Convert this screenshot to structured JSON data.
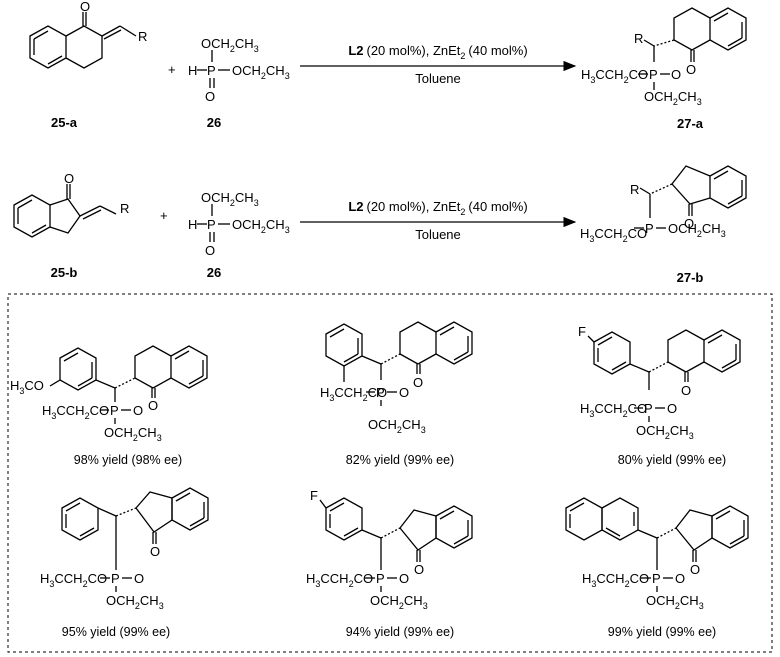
{
  "reaction_1": {
    "reactant_label": "25-a",
    "reagent_label": "26",
    "product_label": "27-a",
    "conditions": {
      "ligand": "L2",
      "ligand_amount": "(20 mol%), ZnEt",
      "zn_sub": "2",
      "zn_amount": "(40 mol%)",
      "solvent": "Toluene"
    }
  },
  "reaction_2": {
    "reactant_label": "25-b",
    "reagent_label": "26",
    "product_label": "27-b",
    "conditions": {
      "ligand": "L2",
      "ligand_amount": "(20 mol%), ZnEt",
      "zn_sub": "2",
      "zn_amount": "(40 mol%)",
      "solvent": "Toluene"
    }
  },
  "atoms": {
    "R": "R",
    "O": "O",
    "P": "P",
    "H": "H",
    "plus": "+",
    "OEt_a": "OCH",
    "OEt_b": "CH",
    "sub2": "2",
    "sub3": "3",
    "H3C": "H",
    "CO": "CO",
    "H3CH2C": "H",
    "CH2CO": "CH",
    "OCH2": "OCH",
    "EtO_lead": "C",
    "H3CO": "H",
    "CO_m": "CO",
    "F": "F"
  },
  "examples": [
    {
      "caption": "98% yield (98% ee)"
    },
    {
      "caption": "82% yield (99% ee)"
    },
    {
      "caption": "80% yield (99% ee)"
    },
    {
      "caption": "95% yield (99% ee)"
    },
    {
      "caption": "94% yield (99% ee)"
    },
    {
      "caption": "99% yield (99% ee)"
    }
  ]
}
